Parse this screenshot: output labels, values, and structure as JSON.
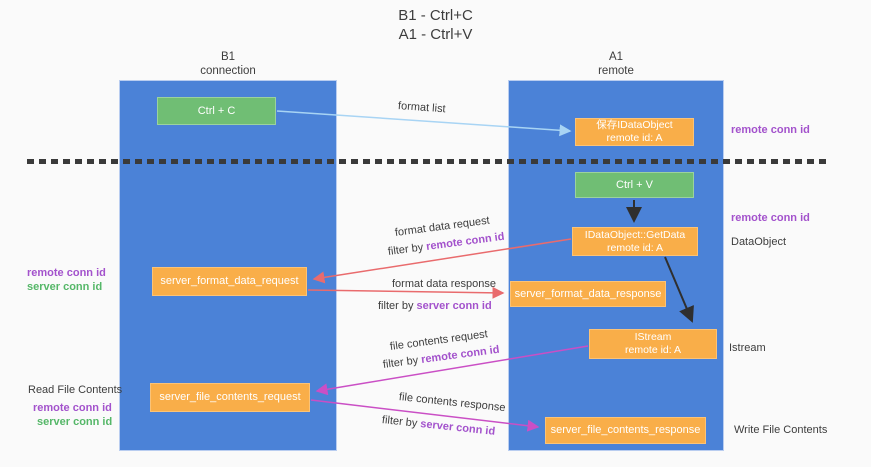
{
  "title": {
    "line1": "B1 - Ctrl+C",
    "line2": "A1 - Ctrl+V"
  },
  "columns": {
    "left": {
      "header_line1": "B1",
      "header_line2": "connection"
    },
    "right": {
      "header_line1": "A1",
      "header_line2": "remote"
    }
  },
  "nodes": {
    "ctrl_c": "Ctrl + C",
    "ctrl_v": "Ctrl + V",
    "saved_dataobject": {
      "line1": "保存IDataObject",
      "line2": "remote id: A"
    },
    "getdata": {
      "line1": "IDataObject::GetData",
      "line2": "remote id: A"
    },
    "istream": {
      "line1": "IStream",
      "line2": "remote id: A"
    },
    "format_request": "server_format_data_request",
    "format_response": "server_format_data_response",
    "file_request": "server_file_contents_request",
    "file_response": "server_file_contents_response"
  },
  "labels": {
    "remote_conn_id": "remote conn id",
    "server_conn_id": "server conn id",
    "filter_by": "filter by ",
    "format_list": "format list",
    "format_data_request": "format data request",
    "format_data_response": "format data response",
    "file_contents_request": "file contents request",
    "file_contents_response": "file contents response",
    "dataobject": "DataObject",
    "istream": "Istream",
    "read_file_contents": "Read File Contents",
    "write_file_contents": "Write File Contents"
  },
  "colors": {
    "background": "#fafafa",
    "lifeline_blue": "#4b82d7",
    "box_orange": "#f9ae49",
    "box_green": "#70be74",
    "arrow_light_blue": "#a8d4f4",
    "arrow_red": "#e96b6d",
    "arrow_magenta": "#ca4fc5",
    "arrow_black": "#2f2f2f",
    "text_purple": "#a352cc",
    "text_green": "#55b768",
    "text_dark": "#3d3d3d"
  }
}
